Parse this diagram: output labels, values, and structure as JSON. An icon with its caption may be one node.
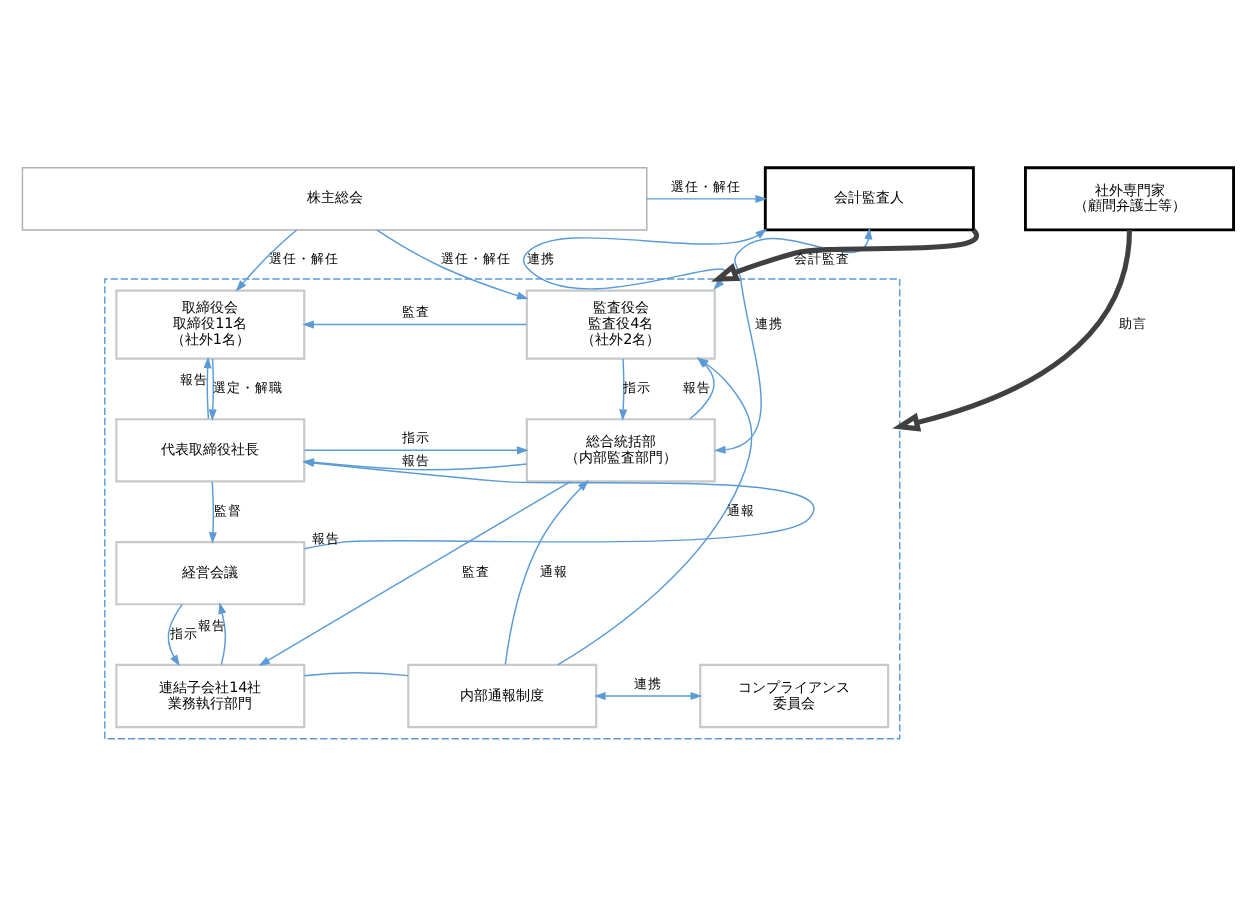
{
  "diagram": {
    "nodes": [
      {
        "text": [
          "株主総会"
        ]
      },
      {
        "text": [],
        "shape": "box"
      },
      {
        "text": [
          "取締役会",
          "取締役11名",
          "（社外1名）"
        ],
        "in": 1
      },
      {
        "text": [
          "監査役会",
          "監査役4名",
          "（社外2名）"
        ],
        "in": 1
      },
      {
        "text": [
          "会計監査人"
        ]
      },
      {
        "text": [
          "代表取締役社長"
        ],
        "in": 1
      },
      {
        "text": [
          "総合統括部",
          "（内部監査部門）"
        ],
        "in": 1
      },
      {
        "text": [
          "経営会議"
        ],
        "in": 1
      },
      {
        "text": [
          "社外専門家",
          "（顧問弁護士等）"
        ]
      },
      {
        "text": [
          "連結子会社14社",
          "業務執行部門"
        ],
        "in": 1
      },
      {
        "text": [
          "内部通報制度"
        ],
        "in": 1
      },
      {
        "text": [
          "コンプライアンス",
          "委員会"
        ],
        "in": 1
      }
    ],
    "edges": [
      {
        "from": 0,
        "to": 2,
        "arrow": "to",
        "label": "選任・解任"
      },
      {
        "from": 0,
        "to": 3,
        "arrow": "to",
        "label": "選任・解任"
      },
      {
        "from": 0,
        "to": 4,
        "arrow": "to",
        "label": "選任・解任"
      },
      {
        "from": 3,
        "to": 2,
        "arrow": "to",
        "label": "監査"
      },
      {
        "from": 3,
        "to": 4,
        "arrow": "both",
        "label": "連携"
      },
      {
        "from": 5,
        "to": 2,
        "arrow": "to",
        "label": "報告"
      },
      {
        "from": 2,
        "to": 5,
        "arrow": "to",
        "label": "選定・解職"
      },
      {
        "from": 6,
        "to": 3,
        "arrow": "to",
        "label": "報告"
      },
      {
        "from": 3,
        "to": 6,
        "arrow": "to",
        "label": "指示"
      },
      {
        "from": 5,
        "to": 6,
        "arrow": "to",
        "label": "指示"
      },
      {
        "from": 6,
        "to": 5,
        "arrow": "to",
        "label": "報告"
      },
      {
        "from": 6,
        "to": 4,
        "arrow": "both",
        "label": "連携"
      },
      {
        "from": 4,
        "to": 1,
        "arrow": "to",
        "label": "会計監査",
        "style": "thick",
        "color": "#404040"
      },
      {
        "from": 7,
        "to": 5,
        "arrow": "to",
        "label": "報告"
      },
      {
        "from": 5,
        "to": 7,
        "arrow": "to",
        "label": "監督"
      },
      {
        "from": 8,
        "to": 1,
        "arrow": "to",
        "label": "助言",
        "style": "thick",
        "color": "#404040"
      },
      {
        "from": 10,
        "to": 3,
        "arrow": "to",
        "label": "通報"
      },
      {
        "from": 10,
        "to": 6,
        "arrow": "to",
        "label": "通報"
      },
      {
        "from": 9,
        "to": 7,
        "arrow": "to",
        "label": "報告"
      },
      {
        "from": 7,
        "to": 9,
        "arrow": "to",
        "label": "指示"
      },
      {
        "from": 6,
        "to": 9,
        "arrow": "to",
        "label": "監査"
      },
      {
        "from": 9,
        "to": 10,
        "arrow": "none"
      },
      {
        "from": 10,
        "to": 11,
        "arrow": "both",
        "label": "連携"
      }
    ]
  }
}
